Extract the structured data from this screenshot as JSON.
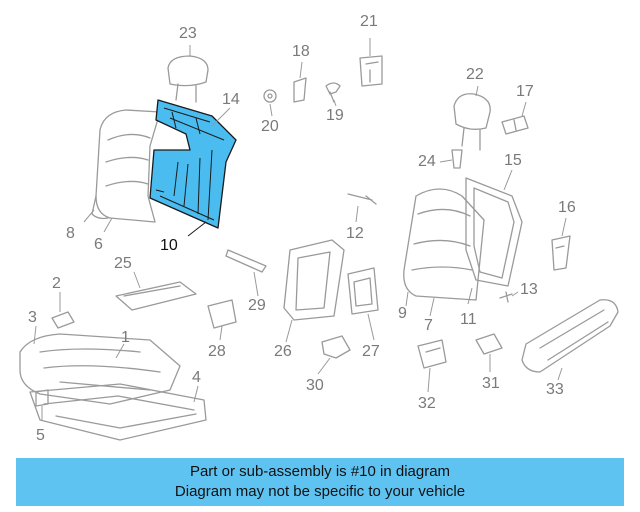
{
  "highlight_color": "#4bbcf0",
  "banner": {
    "color": "#5fc3f1",
    "line1": "Part or sub-assembly is #10 in diagram",
    "line2": "Diagram may not be specific to your vehicle"
  },
  "callouts": [
    {
      "key": "c1",
      "label": "1"
    },
    {
      "key": "c2",
      "label": "2"
    },
    {
      "key": "c3",
      "label": "3"
    },
    {
      "key": "c4",
      "label": "4"
    },
    {
      "key": "c5",
      "label": "5"
    },
    {
      "key": "c6",
      "label": "6"
    },
    {
      "key": "c7",
      "label": "7"
    },
    {
      "key": "c8",
      "label": "8"
    },
    {
      "key": "c9",
      "label": "9"
    },
    {
      "key": "c10",
      "label": "10",
      "highlighted": true
    },
    {
      "key": "c11",
      "label": "11"
    },
    {
      "key": "c12",
      "label": "12"
    },
    {
      "key": "c13",
      "label": "13"
    },
    {
      "key": "c14",
      "label": "14"
    },
    {
      "key": "c15",
      "label": "15"
    },
    {
      "key": "c16",
      "label": "16"
    },
    {
      "key": "c17",
      "label": "17"
    },
    {
      "key": "c18",
      "label": "18"
    },
    {
      "key": "c19",
      "label": "19"
    },
    {
      "key": "c20",
      "label": "20"
    },
    {
      "key": "c21",
      "label": "21"
    },
    {
      "key": "c22",
      "label": "22"
    },
    {
      "key": "c23",
      "label": "23"
    },
    {
      "key": "c24",
      "label": "24"
    },
    {
      "key": "c25",
      "label": "25"
    },
    {
      "key": "c26",
      "label": "26"
    },
    {
      "key": "c27",
      "label": "27"
    },
    {
      "key": "c28",
      "label": "28"
    },
    {
      "key": "c29",
      "label": "29"
    },
    {
      "key": "c30",
      "label": "30"
    },
    {
      "key": "c31",
      "label": "31"
    },
    {
      "key": "c32",
      "label": "32"
    },
    {
      "key": "c33",
      "label": "33"
    }
  ]
}
